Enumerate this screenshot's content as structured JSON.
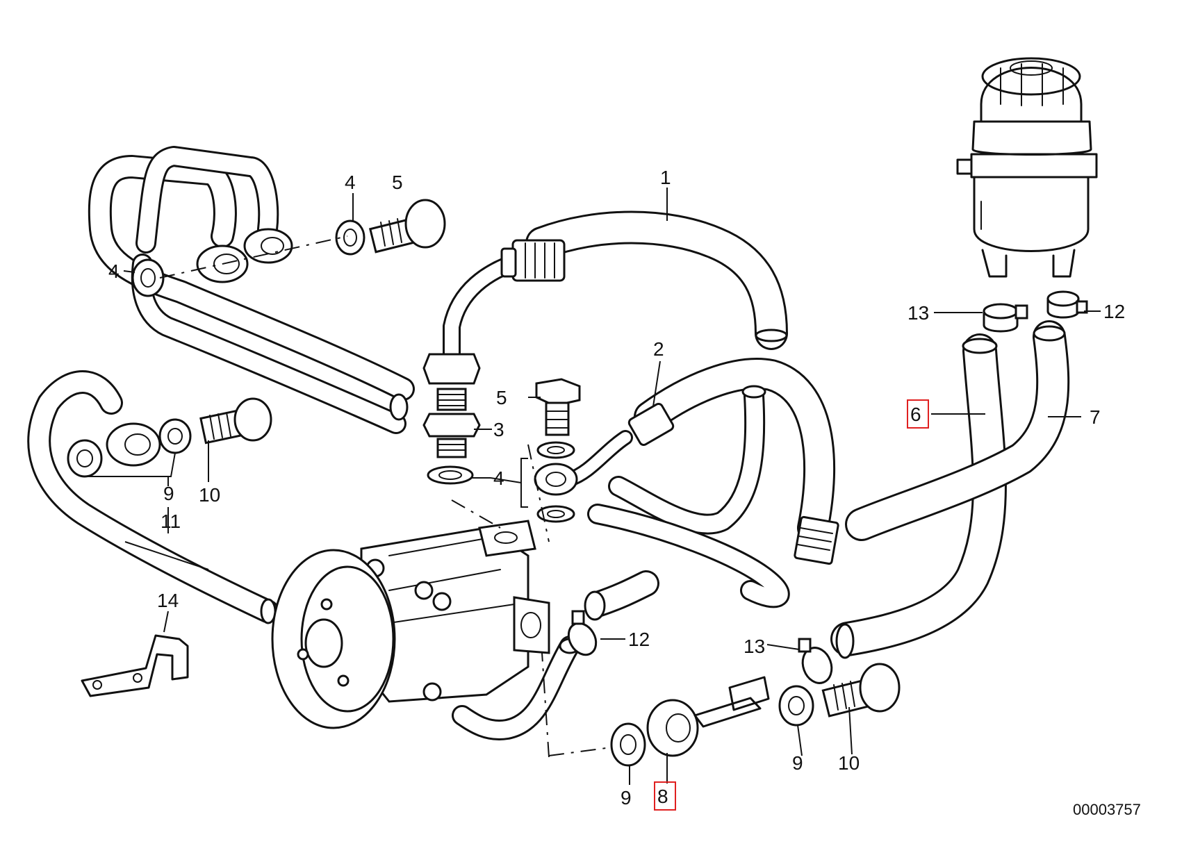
{
  "diagram": {
    "reference_code": "00003757",
    "highlight_color": "#e02020",
    "callouts": [
      {
        "id": "c1",
        "label": "1"
      },
      {
        "id": "c2",
        "label": "2"
      },
      {
        "id": "c3",
        "label": "3"
      },
      {
        "id": "c4a",
        "label": "4"
      },
      {
        "id": "c4b",
        "label": "4"
      },
      {
        "id": "c4c",
        "label": "4"
      },
      {
        "id": "c5a",
        "label": "5"
      },
      {
        "id": "c5b",
        "label": "5"
      },
      {
        "id": "c6",
        "label": "6",
        "highlighted": true
      },
      {
        "id": "c7",
        "label": "7"
      },
      {
        "id": "c8",
        "label": "8",
        "highlighted": true
      },
      {
        "id": "c9a",
        "label": "9"
      },
      {
        "id": "c9b",
        "label": "9"
      },
      {
        "id": "c9c",
        "label": "9"
      },
      {
        "id": "c10a",
        "label": "10"
      },
      {
        "id": "c10b",
        "label": "10"
      },
      {
        "id": "c11",
        "label": "11"
      },
      {
        "id": "c12a",
        "label": "12"
      },
      {
        "id": "c12b",
        "label": "12"
      },
      {
        "id": "c13a",
        "label": "13"
      },
      {
        "id": "c13b",
        "label": "13"
      },
      {
        "id": "c14",
        "label": "14"
      }
    ]
  }
}
